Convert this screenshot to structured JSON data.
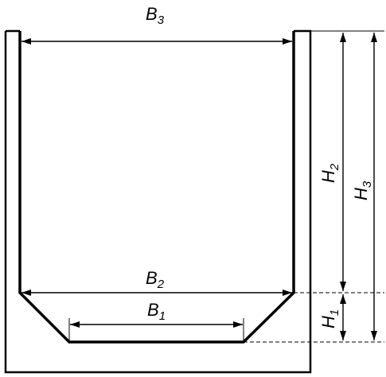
{
  "diagram": {
    "labels": {
      "b3": {
        "main": "B",
        "sub": "3"
      },
      "b2": {
        "main": "B",
        "sub": "2"
      },
      "b1": {
        "main": "B",
        "sub": "1"
      },
      "h2": {
        "main": "H",
        "sub": "2"
      },
      "h3": {
        "main": "H",
        "sub": "3"
      },
      "h1": {
        "main": "H",
        "sub": "1"
      }
    },
    "colors": {
      "stroke": "#000000",
      "background": "#ffffff"
    }
  }
}
